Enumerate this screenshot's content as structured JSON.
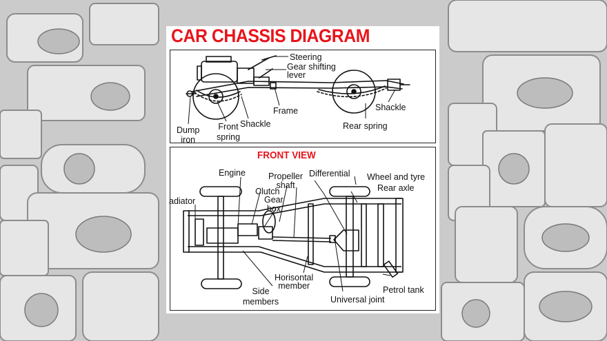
{
  "title": "CAR CHASSIS DIAGRAM",
  "colors": {
    "accent": "#e8141b",
    "ink": "#111111",
    "background": "#cfcfcf",
    "card": "#ffffff"
  },
  "side_view": {
    "labels": {
      "steering": "Steering",
      "gear_lever": "Gear shifting\nlever",
      "frame": "Frame",
      "shackle_rear": "Shackle",
      "dump_iron": "Dump\niron",
      "front_spring": "Front\nspring",
      "shackle_front": "Shackle",
      "rear_spring": "Rear spring"
    }
  },
  "front_view": {
    "heading": "FRONT VIEW",
    "labels": {
      "engine": "Engine",
      "propeller_shaft": "Propeller\nshaft",
      "differential": "Differential",
      "wheel_tyre": "Wheel and tyre",
      "clutch": "Clutch",
      "rear_axle": "Rear axle",
      "radiator": "adiator",
      "gear_box": "Gear\nbox",
      "horisontal_member": "Horisontal\nmember",
      "petrol_tank": "Petrol tank",
      "side_members": "Side\nmembers",
      "universal_joint": "Universal joint"
    }
  }
}
